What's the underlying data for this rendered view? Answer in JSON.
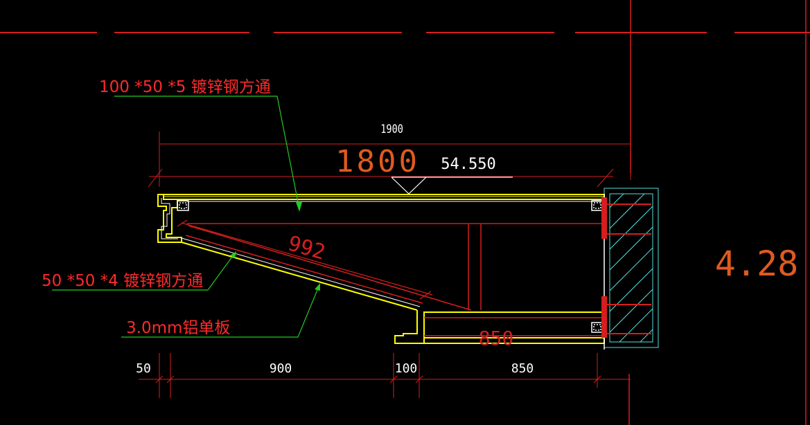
{
  "drawing": {
    "labels": {
      "callout_top": "100 *50 *5 镀锌钢方通",
      "callout_mid": "50 *50 *4 镀锌钢方通",
      "callout_low": "3.0mm铝单板",
      "dim_overall": "1900",
      "dim_big": "1800",
      "elevation": "54.550",
      "dim_diag": "992",
      "dim_bottom_inner": "850",
      "dim_50": "50",
      "dim_900": "900",
      "dim_100": "100",
      "dim_850": "850",
      "right_big": "4.28"
    },
    "colors": {
      "background": "#000000",
      "red": "#ff2a2a",
      "redThin": "#d61e1e",
      "yellow": "#ffff00",
      "white": "#ffffff",
      "green": "#22cc22",
      "cyan": "#55e0e0",
      "orange": "#e05a20"
    }
  }
}
